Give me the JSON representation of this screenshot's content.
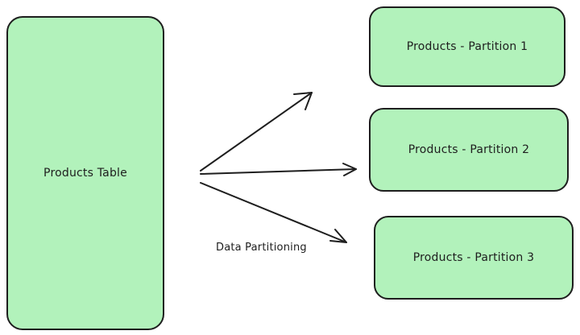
{
  "nodes": {
    "table": {
      "label": "Products Table"
    },
    "partition_1": {
      "label": "Products - Partition 1"
    },
    "partition_2": {
      "label": "Products - Partition 2"
    },
    "partition_3": {
      "label": "Products - Partition 3"
    }
  },
  "edges": {
    "label": "Data Partitioning"
  },
  "colors": {
    "node_fill": "#b2f2bb",
    "stroke": "#1e1e1e"
  }
}
